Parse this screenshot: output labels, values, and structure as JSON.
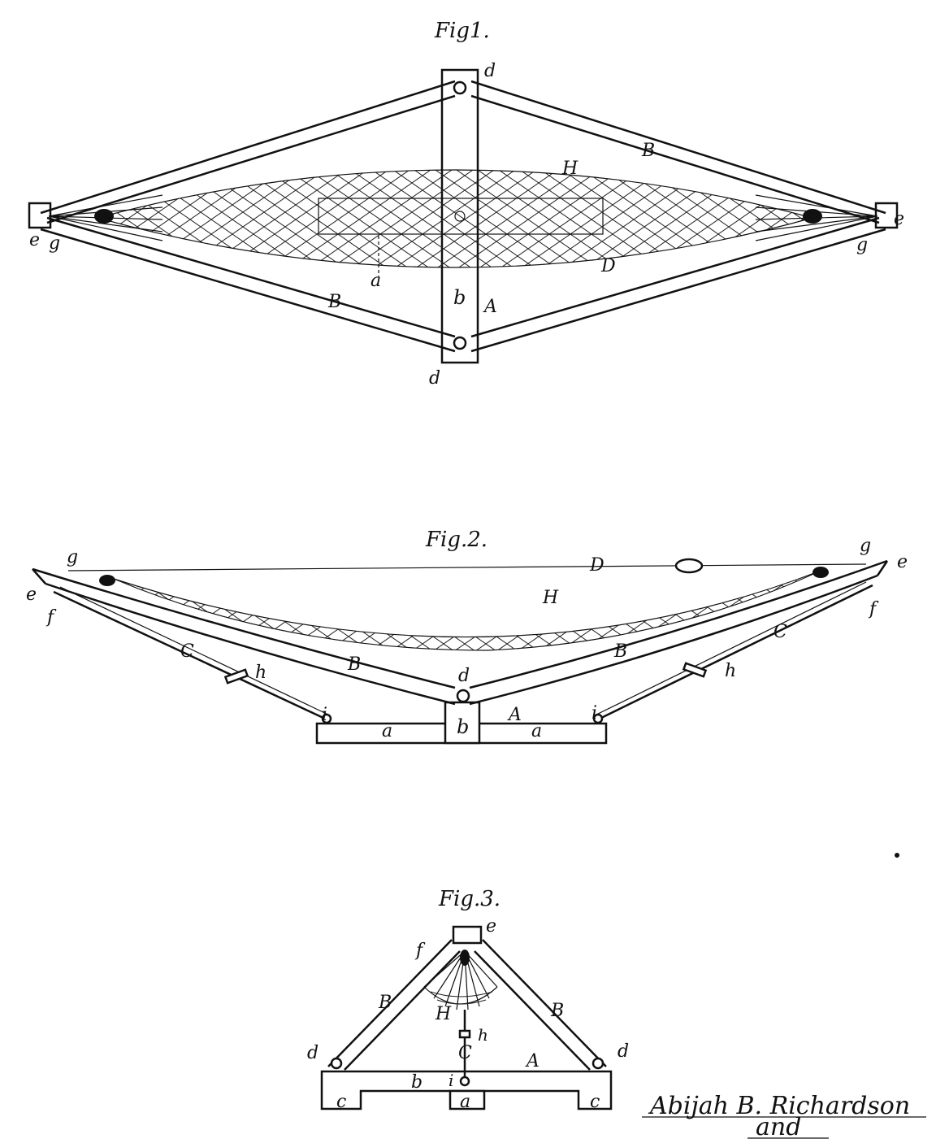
{
  "figures": {
    "fig1": {
      "title": "Fig1.",
      "labels": {
        "d_top": "d",
        "d_bottom": "d",
        "B_top": "B",
        "B_bottom": "B",
        "H": "H",
        "D": "D",
        "a": "a",
        "b": "b",
        "A": "A",
        "e_left": "e",
        "g_left": "g",
        "e_right": "e",
        "g_right": "g"
      }
    },
    "fig2": {
      "title": "Fig.2.",
      "labels": {
        "g_left": "g",
        "e_left": "e",
        "f_left": "f",
        "C_left": "C",
        "h_left": "h",
        "B_left": "B",
        "i_left": "i",
        "a_left": "a",
        "b": "b",
        "d": "d",
        "A": "A",
        "a_right": "a",
        "i_right": "i",
        "h_right": "h",
        "B_right": "B",
        "C_right": "C",
        "f_right": "f",
        "g_right": "g",
        "e_right": "e",
        "H": "H",
        "D": "D"
      }
    },
    "fig3": {
      "title": "Fig.3.",
      "labels": {
        "e": "e",
        "f": "f",
        "B_left": "B",
        "B_right": "B",
        "H": "H",
        "h": "h",
        "C": "C",
        "d_left": "d",
        "d_right": "d",
        "A": "A",
        "b": "b",
        "i": "i",
        "a": "a",
        "c_left": "c",
        "c_right": "c"
      }
    }
  },
  "signature": {
    "name": "Abijah B. Richardson",
    "line2": "and"
  }
}
